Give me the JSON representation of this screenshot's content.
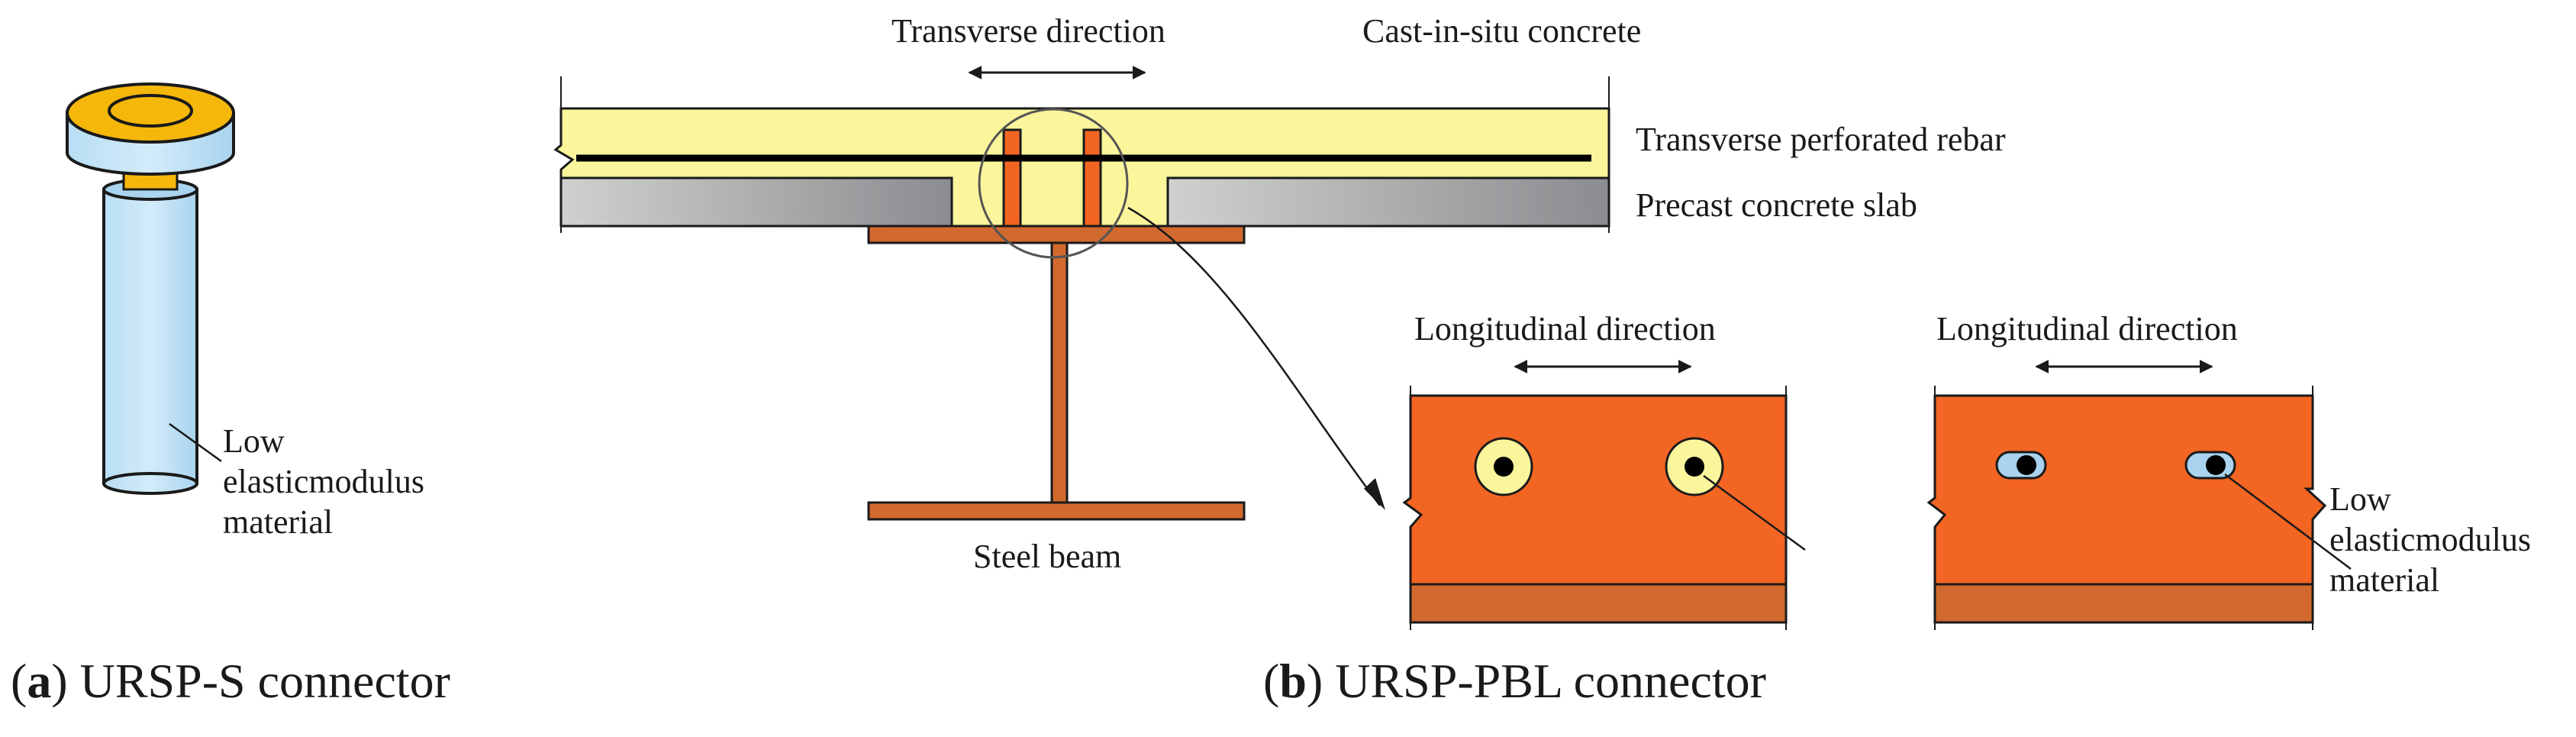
{
  "colors": {
    "steel": "#d2692e",
    "perforated_plate": "#f26522",
    "cast_concrete": "#fbf59c",
    "precast_light": "#c8c8c8",
    "precast_dark": "#8e8e92",
    "elastic_material": "#c3e3f5",
    "rebar": "#000000"
  },
  "panel_a": {
    "label": "a",
    "caption": "URSP-S connector",
    "material_label": [
      "Low",
      "elasticmodulus",
      "material"
    ]
  },
  "panel_b": {
    "label": "b",
    "caption": "URSP-PBL connector",
    "transverse_direction": "Transverse direction",
    "cast_in_situ": "Cast-in-situ concrete",
    "transverse_rebar": "Transverse perforated rebar",
    "precast_slab": "Precast concrete slab",
    "steel_beam": "Steel beam",
    "longitudinal_direction_1": "Longitudinal direction",
    "longitudinal_direction_2": "Longitudinal direction",
    "material_label": [
      "Low",
      "elasticmodulus",
      "material"
    ]
  }
}
